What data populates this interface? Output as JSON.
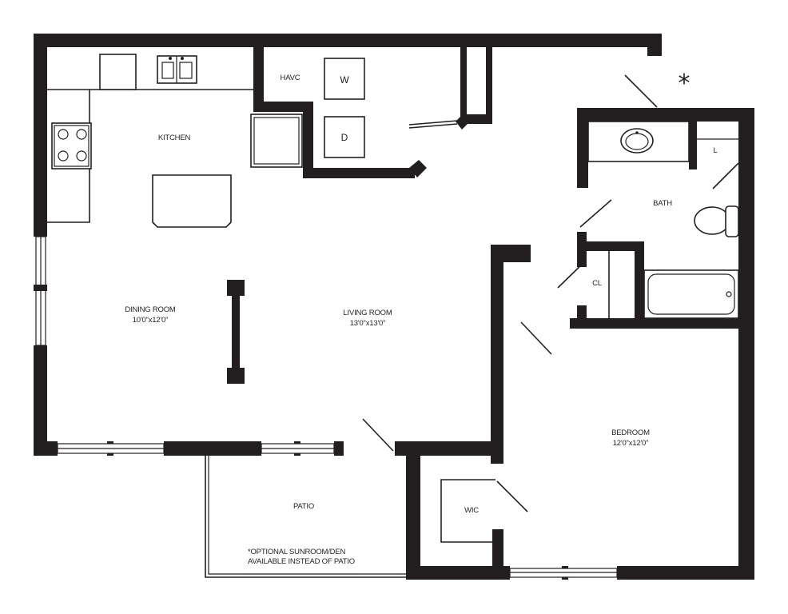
{
  "rooms": {
    "kitchen": "KITCHEN",
    "havc": "HAVC",
    "washer": "W",
    "dryer": "D",
    "bath": "BATH",
    "linen": "L",
    "closet": "CL",
    "dining_name": "DINING ROOM",
    "dining_size": "10'0\"x12'0\"",
    "living_name": "LIVING ROOM",
    "living_size": "13'0\"x13'0\"",
    "bedroom_name": "BEDROOM",
    "bedroom_size": "12'0\"x12'0\"",
    "wic": "WIC",
    "patio": "PATIO"
  },
  "notes": {
    "star": "*",
    "sunroom_line1": "*OPTIONAL SUNROOM/DEN",
    "sunroom_line2": "AVAILABLE INSTEAD OF PATIO"
  }
}
